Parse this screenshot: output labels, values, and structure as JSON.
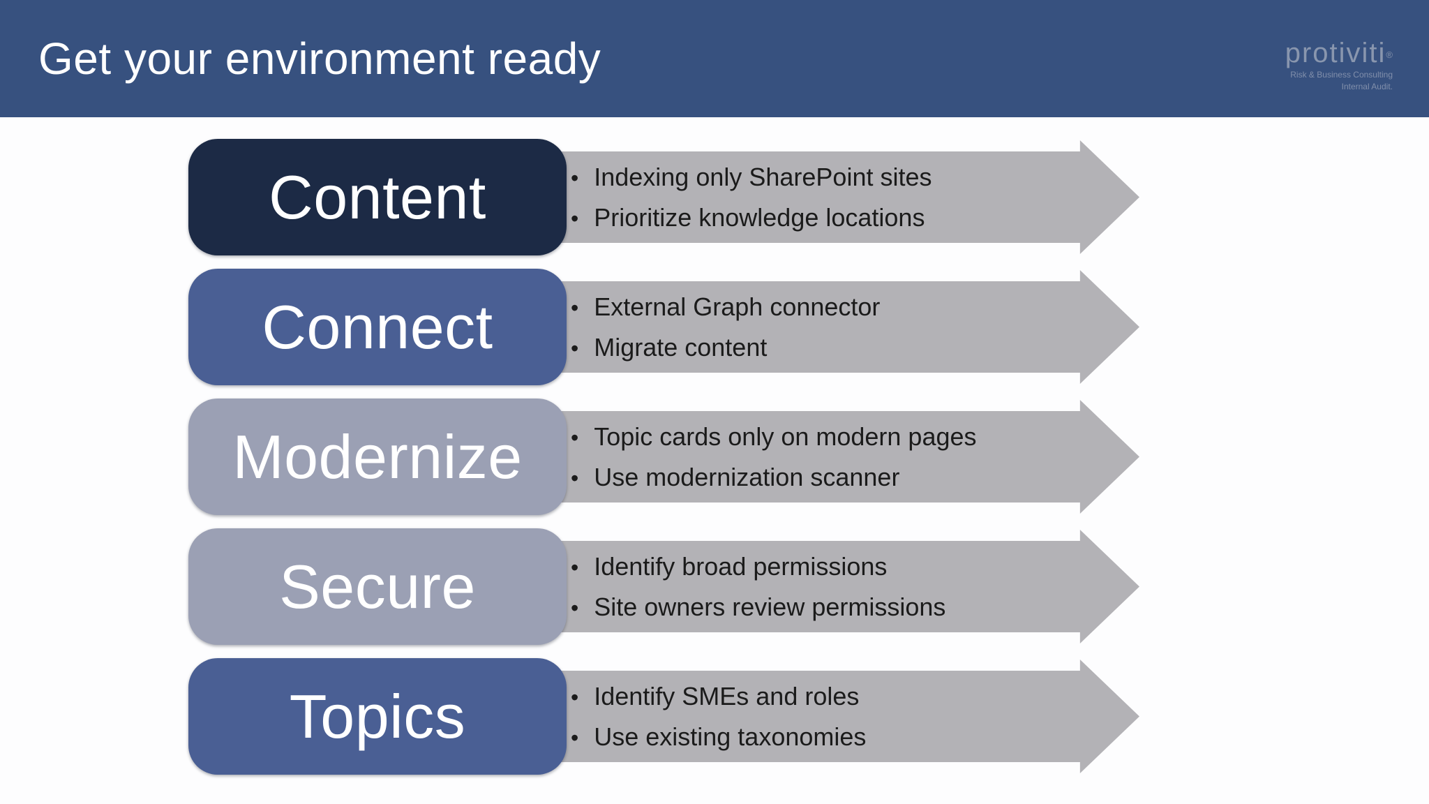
{
  "slide": {
    "title": "Get your environment ready",
    "header_color": "#37517f",
    "background_color": "#fdfdfe",
    "title_color": "#ffffff"
  },
  "logo": {
    "name": "protiviti",
    "registered_mark": "®",
    "tagline_line1": "Risk & Business Consulting",
    "tagline_line2": "Internal Audit."
  },
  "colors": {
    "arrow_gray": "#b3b2b6",
    "bullet_text": "#1b1b1b",
    "stage_dark_navy": "#1c2a45",
    "stage_medium_blue": "#4a5f94",
    "stage_gray_lavender": "#9ba0b4"
  },
  "rows": [
    {
      "label": "Content",
      "color": "#1c2a45",
      "bullets": [
        "Indexing only SharePoint sites",
        "Prioritize knowledge locations"
      ]
    },
    {
      "label": "Connect",
      "color": "#4a5f94",
      "bullets": [
        "External Graph connector",
        "Migrate content"
      ]
    },
    {
      "label": "Modernize",
      "color": "#9ba0b4",
      "bullets": [
        "Topic cards only on modern pages",
        "Use modernization scanner"
      ]
    },
    {
      "label": "Secure",
      "color": "#9ba0b4",
      "bullets": [
        "Identify broad permissions",
        "Site owners review permissions"
      ]
    },
    {
      "label": "Topics",
      "color": "#4a5f94",
      "bullets": [
        "Identify SMEs and roles",
        "Use existing taxonomies"
      ]
    }
  ]
}
